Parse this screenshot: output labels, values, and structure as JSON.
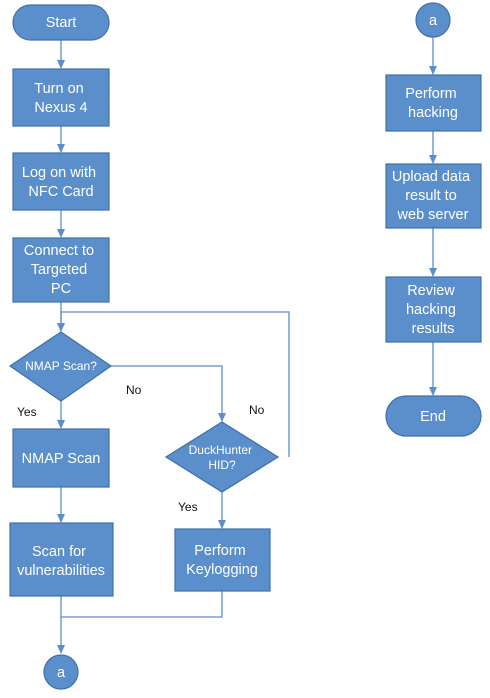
{
  "nodes": {
    "start": "Start",
    "turn_on": [
      "Turn on",
      "Nexus 4"
    ],
    "log_on": [
      "Log on with",
      "NFC Card"
    ],
    "connect": [
      "Connect to",
      "Targeted",
      "PC"
    ],
    "nmap_decision": [
      "NMAP Scan?"
    ],
    "nmap_scan": "NMAP Scan",
    "scan_vuln": [
      "Scan for",
      "vulnerabilities"
    ],
    "duckhunter_decision": [
      "DuckHunter",
      "HID?"
    ],
    "keylogging": [
      "Perform",
      "Keylogging"
    ],
    "connector_bottom": "a",
    "connector_top": "a",
    "perform_hacking": [
      "Perform",
      "hacking"
    ],
    "upload": [
      "Upload data",
      "result to",
      "web server"
    ],
    "review": [
      "Review",
      "hacking",
      "results"
    ],
    "end": "End"
  },
  "labels": {
    "nmap_yes": "Yes",
    "nmap_no": "No",
    "duck_no": "No",
    "duck_yes": "Yes"
  }
}
